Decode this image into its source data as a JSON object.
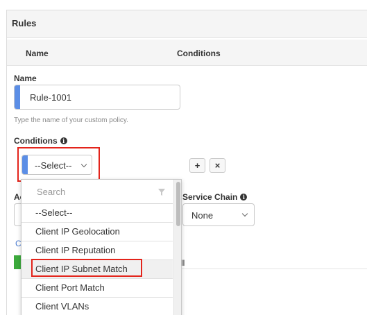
{
  "panel": {
    "title": "Rules"
  },
  "table": {
    "columns": [
      "Name",
      "Conditions"
    ]
  },
  "form": {
    "name_label": "Name",
    "name_value": "Rule-1001",
    "name_help": "Type the name of your custom policy.",
    "conditions_label": "Conditions",
    "conditions_selected": "--Select--",
    "add_label": "+",
    "remove_label": "×",
    "action_label_fragment": "Ac",
    "service_chain_label": "Service Chain",
    "service_chain_value": "None",
    "left_fragment": "C",
    "row_fragment": "ll"
  },
  "dropdown": {
    "search_placeholder": "Search",
    "items": [
      "--Select--",
      "Client IP Geolocation",
      "Client IP Reputation",
      "Client IP Subnet Match",
      "Client Port Match",
      "Client VLANs"
    ],
    "hovered_item": "Client IP Subnet Match"
  },
  "colors": {
    "accent": "#5b8ee6",
    "highlight": "#e3241b",
    "success": "#3caa3c"
  }
}
